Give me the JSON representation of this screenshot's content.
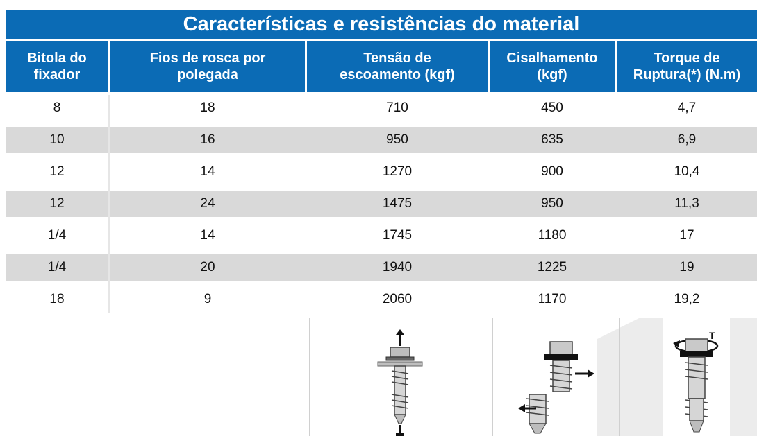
{
  "table": {
    "title": "Características e resistências do material",
    "headers": [
      "Bitola do\nfixador",
      "Fios de rosca por\npolegada",
      "Tensão de\nescoamento (kgf)",
      "Cisalhamento\n(kgf)",
      "Torque de\nRuptura(*) (N.m)"
    ],
    "rows": [
      [
        "8",
        "18",
        "710",
        "450",
        "4,7"
      ],
      [
        "10",
        "16",
        "950",
        "635",
        "6,9"
      ],
      [
        "12",
        "14",
        "1270",
        "900",
        "10,4"
      ],
      [
        "12",
        "24",
        "1475",
        "950",
        "11,3"
      ],
      [
        "1/4",
        "14",
        "1745",
        "1180",
        "17"
      ],
      [
        "1/4",
        "20",
        "1940",
        "1225",
        "19"
      ],
      [
        "18",
        "9",
        "2060",
        "1170",
        "19,2"
      ]
    ]
  },
  "diagrams": {
    "torque_symbol": "T"
  },
  "colors": {
    "header_blue": "#0b6bb5",
    "row_shade": "#d9d9d9"
  }
}
